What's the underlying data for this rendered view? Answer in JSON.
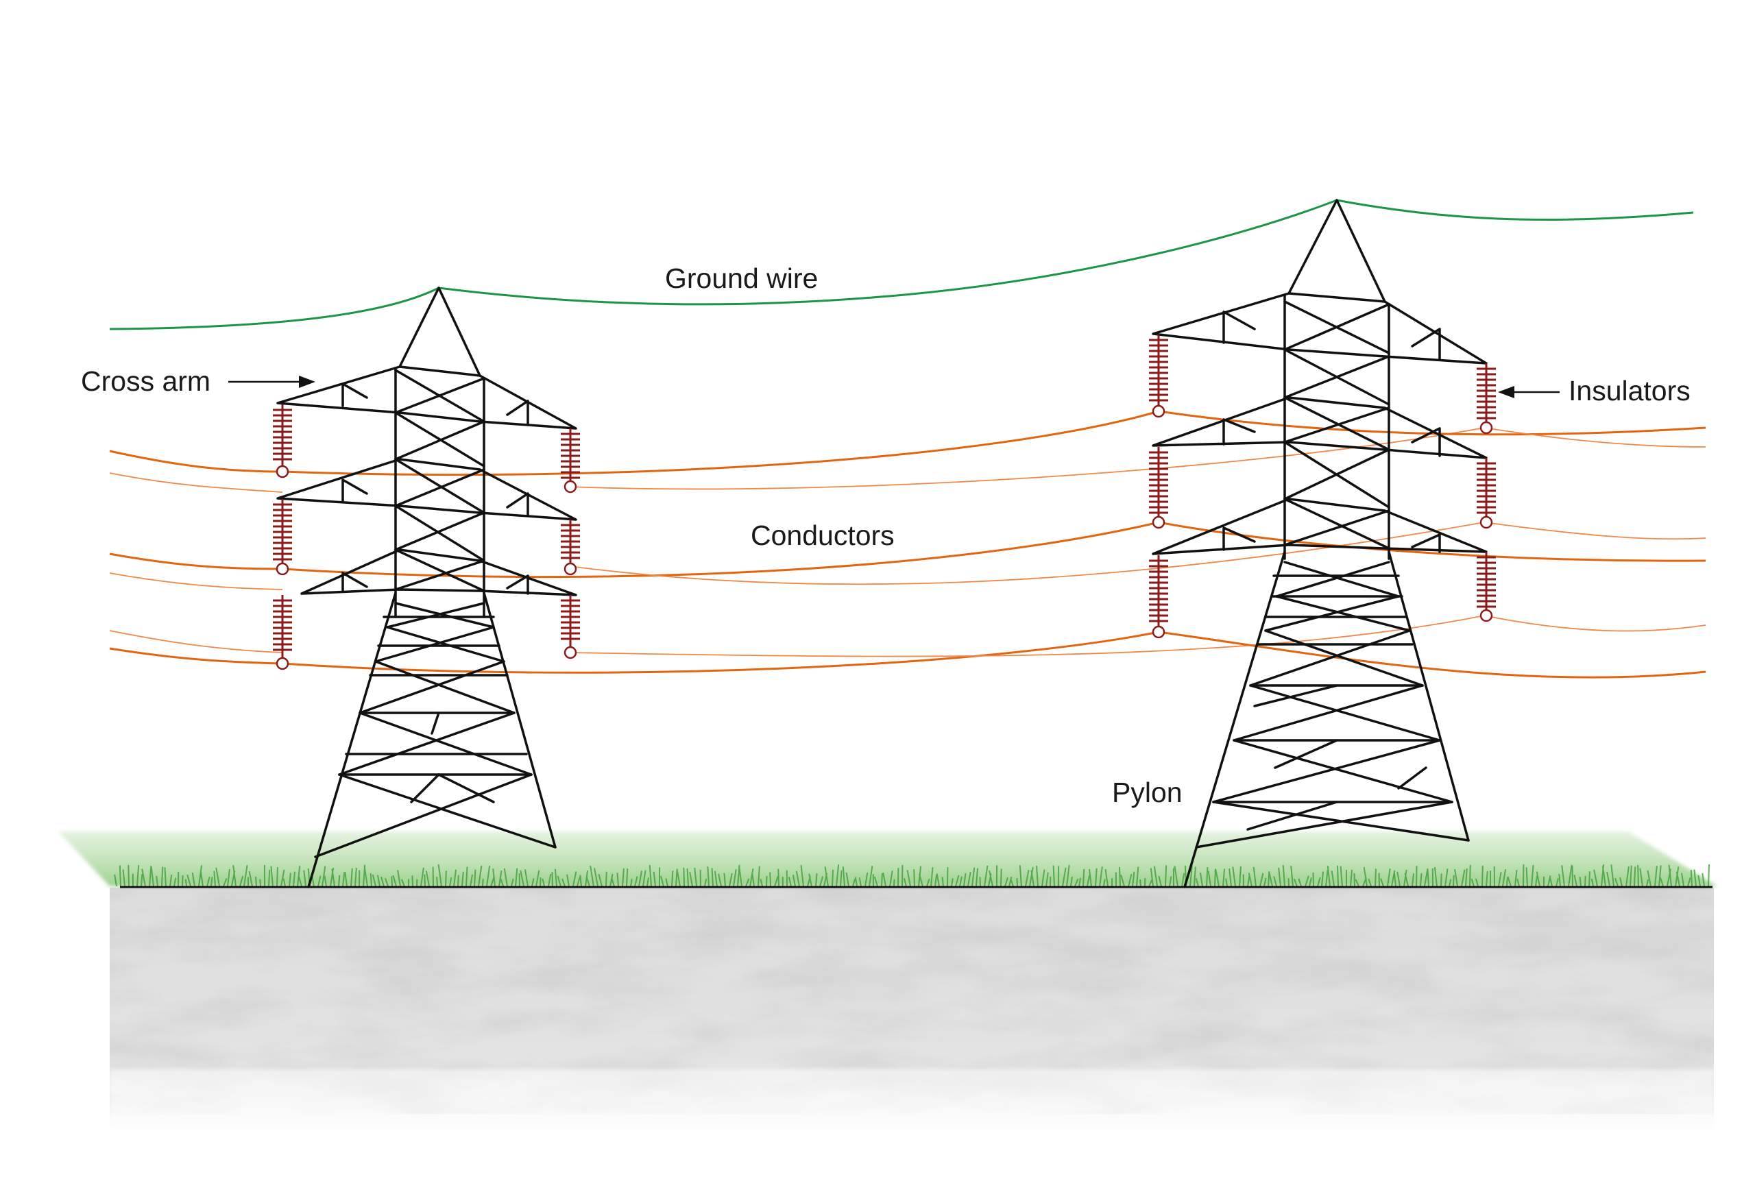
{
  "labels": {
    "ground_wire": "Ground wire",
    "cross_arm": "Cross arm",
    "insulators": "Insulators",
    "conductors": "Conductors",
    "pylon": "Pylon"
  },
  "colors": {
    "ground_wire": "#1a9646",
    "conductor_main": "#e2650f",
    "conductor_thin": "#f0884a",
    "insulator": "#8b1a1a",
    "lattice": "#111111",
    "grass": "#8cc97a",
    "soil": "#c9c9c9"
  },
  "icons": {
    "cross_arm_pointer": "arrow-right-icon",
    "insulator_pointer": "arrow-left-icon"
  }
}
